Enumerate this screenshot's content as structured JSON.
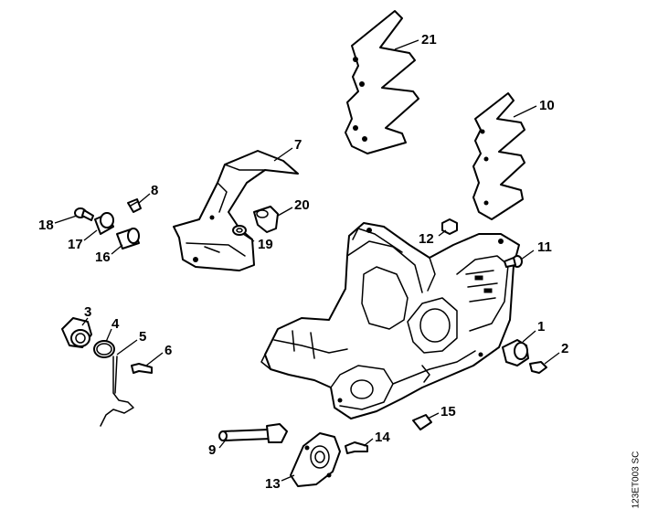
{
  "callouts": {
    "c1": "1",
    "c2": "2",
    "c3": "3",
    "c4": "4",
    "c5": "5",
    "c6": "6",
    "c7": "7",
    "c8": "8",
    "c9": "9",
    "c10": "10",
    "c11": "11",
    "c12": "12",
    "c13": "13",
    "c14": "14",
    "c15": "15",
    "c16": "16",
    "c17": "17",
    "c18": "18",
    "c19": "19",
    "c20": "20",
    "c21": "21"
  },
  "drawing_code": "123ET003 SC"
}
